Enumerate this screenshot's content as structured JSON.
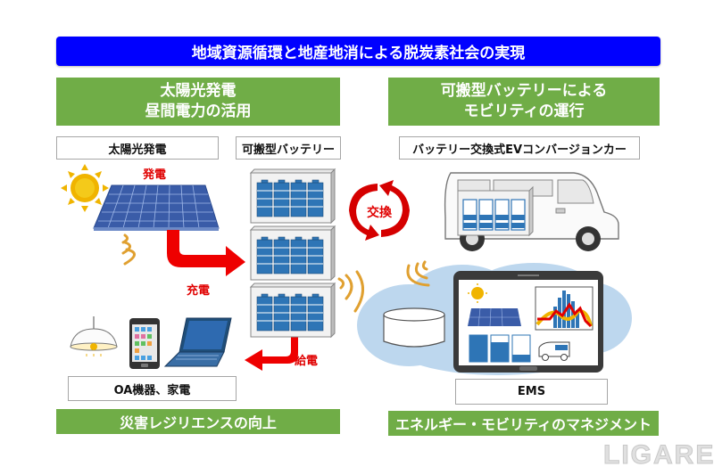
{
  "title": "地域資源循環と地産地消による脱炭素社会の実現",
  "sections": {
    "left_header": {
      "line1": "太陽光発電",
      "line2": "昼間電力の活用"
    },
    "right_header": {
      "line1": "可搬型バッテリーによる",
      "line2": "モビリティの運行"
    },
    "left_footer": "災害レジリエンスの向上",
    "right_footer": "エネルギー・モビリティのマネジメント"
  },
  "labels": {
    "solar": "太陽光発電",
    "portable_battery": "可搬型バッテリー",
    "ev_car": "バッテリー交換式EVコンバージョンカー",
    "appliances": "OA機器、家電",
    "ems": "EMS"
  },
  "flows": {
    "generation": "発電",
    "charging": "充電",
    "supply": "給電",
    "exchange": "交換"
  },
  "colors": {
    "title_bg": "#0000ff",
    "section_green": "#70ad47",
    "arrow_red": "#e00000",
    "battery_blue": "#2e75b6"
  },
  "watermark": "LIGARE"
}
